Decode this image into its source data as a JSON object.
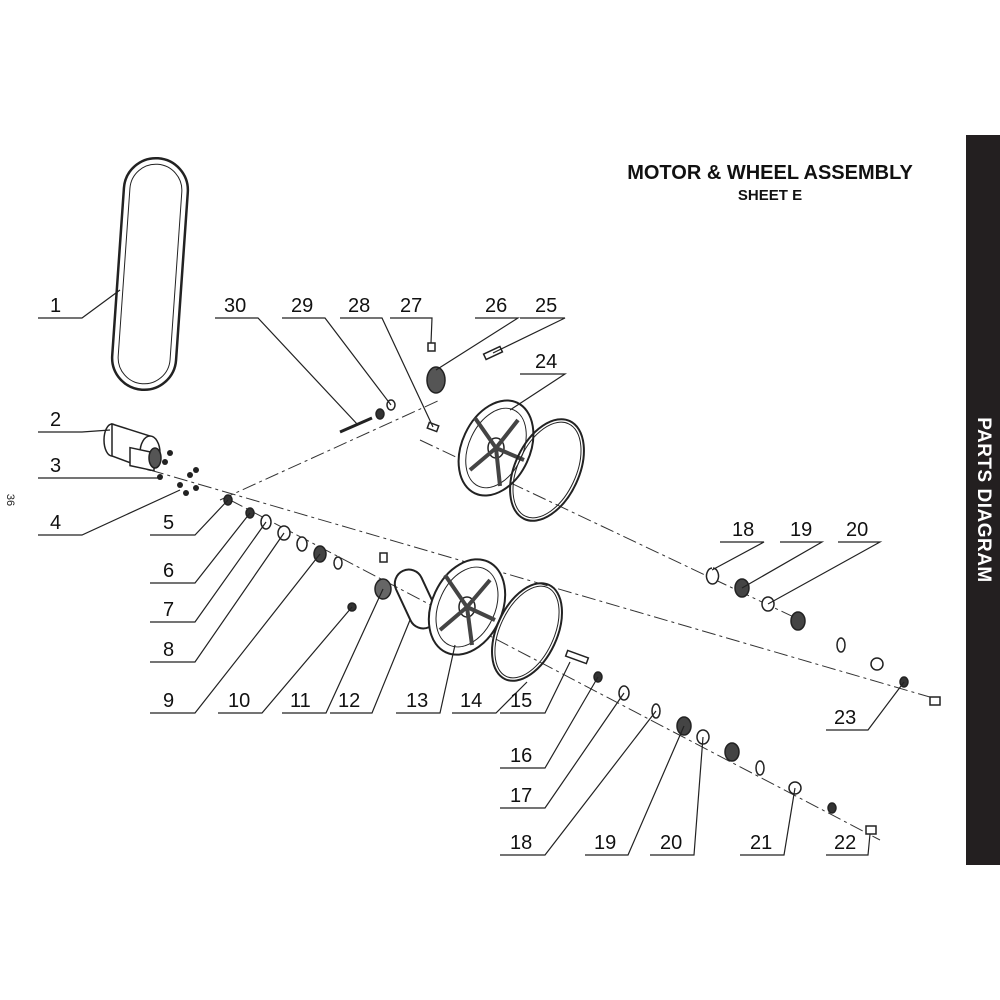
{
  "header": {
    "title": "MOTOR & WHEEL ASSEMBLY",
    "subtitle": "SHEET E"
  },
  "side_tab": {
    "label": "PARTS DIAGRAM",
    "color": "#231f20"
  },
  "page_number": "36",
  "callouts": [
    {
      "id": "c1",
      "label": "1"
    },
    {
      "id": "c2",
      "label": "2"
    },
    {
      "id": "c3",
      "label": "3"
    },
    {
      "id": "c4",
      "label": "4"
    },
    {
      "id": "c5",
      "label": "5"
    },
    {
      "id": "c6",
      "label": "6"
    },
    {
      "id": "c7",
      "label": "7"
    },
    {
      "id": "c8",
      "label": "8"
    },
    {
      "id": "c9",
      "label": "9"
    },
    {
      "id": "c10",
      "label": "10"
    },
    {
      "id": "c11",
      "label": "11"
    },
    {
      "id": "c12",
      "label": "12"
    },
    {
      "id": "c13",
      "label": "13"
    },
    {
      "id": "c14",
      "label": "14"
    },
    {
      "id": "c15",
      "label": "15"
    },
    {
      "id": "c16",
      "label": "16"
    },
    {
      "id": "c17",
      "label": "17"
    },
    {
      "id": "c18a",
      "label": "18"
    },
    {
      "id": "c19a",
      "label": "19"
    },
    {
      "id": "c20a",
      "label": "20"
    },
    {
      "id": "c21",
      "label": "21"
    },
    {
      "id": "c22",
      "label": "22"
    },
    {
      "id": "c23",
      "label": "23"
    },
    {
      "id": "c24",
      "label": "24"
    },
    {
      "id": "c25",
      "label": "25"
    },
    {
      "id": "c26",
      "label": "26"
    },
    {
      "id": "c27",
      "label": "27"
    },
    {
      "id": "c28",
      "label": "28"
    },
    {
      "id": "c29",
      "label": "29"
    },
    {
      "id": "c30",
      "label": "30"
    },
    {
      "id": "c18b",
      "label": "18"
    },
    {
      "id": "c19b",
      "label": "19"
    },
    {
      "id": "c20b",
      "label": "20"
    }
  ]
}
